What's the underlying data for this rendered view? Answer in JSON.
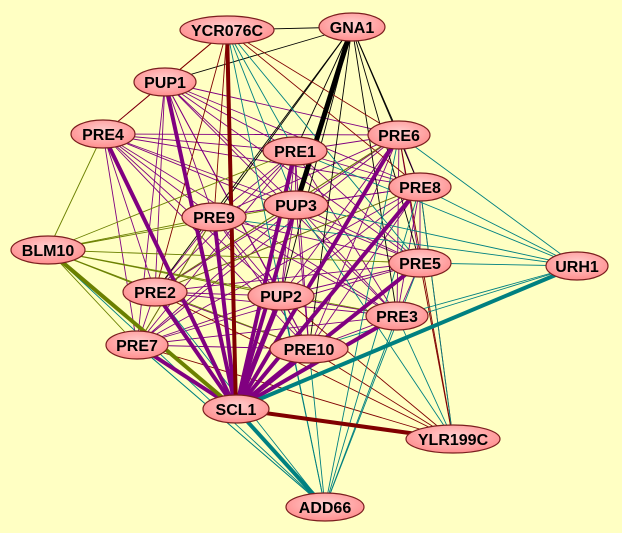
{
  "colors": {
    "background": "#FFFFC3",
    "purple": "#800080",
    "black": "#000000",
    "darkred": "#800000",
    "teal": "#008080",
    "olive": "#6B8000",
    "node_fill": "#FF9C9C",
    "node_border": "#7A1E1E"
  },
  "nodes": [
    "YCR076C",
    "GNA1",
    "PUP1",
    "PRE4",
    "PRE1",
    "PRE6",
    "PRE8",
    "PUP3",
    "PRE9",
    "BLM10",
    "URH1",
    "PRE5",
    "PRE2",
    "PUP2",
    "PRE3",
    "PRE7",
    "PRE10",
    "SCL1",
    "YLR199C",
    "ADD66"
  ],
  "cliques": [
    {
      "type": "purple",
      "weight": 1,
      "members": [
        "PUP1",
        "PRE4",
        "PRE1",
        "PRE6",
        "PRE8",
        "PUP3",
        "PRE9",
        "PRE2",
        "PUP2",
        "PRE3",
        "PRE7",
        "PRE10",
        "PRE5",
        "SCL1"
      ]
    }
  ],
  "edges": [
    [
      "SCL1",
      "PUP1",
      "purple",
      4
    ],
    [
      "SCL1",
      "PRE4",
      "purple",
      4
    ],
    [
      "SCL1",
      "PRE9",
      "purple",
      4
    ],
    [
      "SCL1",
      "PRE2",
      "purple",
      4
    ],
    [
      "SCL1",
      "PUP2",
      "purple",
      5
    ],
    [
      "SCL1",
      "PRE6",
      "purple",
      4
    ],
    [
      "SCL1",
      "PRE8",
      "purple",
      4
    ],
    [
      "SCL1",
      "PRE1",
      "purple",
      4
    ],
    [
      "SCL1",
      "PUP3",
      "purple",
      4
    ],
    [
      "SCL1",
      "PRE5",
      "purple",
      4
    ],
    [
      "SCL1",
      "PRE3",
      "purple",
      4
    ],
    [
      "SCL1",
      "PRE10",
      "purple",
      5
    ],
    [
      "SCL1",
      "PRE7",
      "purple",
      4
    ],
    [
      "GNA1",
      "PUP3",
      "black",
      5
    ],
    [
      "GNA1",
      "PRE1",
      "black",
      1
    ],
    [
      "GNA1",
      "PRE9",
      "black",
      1
    ],
    [
      "GNA1",
      "PRE6",
      "black",
      1
    ],
    [
      "GNA1",
      "PRE8",
      "black",
      1
    ],
    [
      "GNA1",
      "PRE5",
      "black",
      1
    ],
    [
      "GNA1",
      "PRE2",
      "black",
      1
    ],
    [
      "GNA1",
      "YCR076C",
      "black",
      1
    ],
    [
      "GNA1",
      "PUP1",
      "black",
      1
    ],
    [
      "GNA1",
      "PRE3",
      "black",
      1
    ],
    [
      "GNA1",
      "PRE10",
      "black",
      1
    ],
    [
      "GNA1",
      "PUP2",
      "black",
      1
    ],
    [
      "YCR076C",
      "SCL1",
      "darkred",
      4
    ],
    [
      "SCL1",
      "YLR199C",
      "darkred",
      4
    ],
    [
      "YCR076C",
      "PRE4",
      "darkred",
      1
    ],
    [
      "YCR076C",
      "PUP1",
      "darkred",
      1
    ],
    [
      "YCR076C",
      "PRE6",
      "darkred",
      1
    ],
    [
      "YCR076C",
      "PRE9",
      "darkred",
      1
    ],
    [
      "YCR076C",
      "PRE8",
      "darkred",
      1
    ],
    [
      "YCR076C",
      "PRE2",
      "darkred",
      1
    ],
    [
      "YLR199C",
      "PRE6",
      "darkred",
      1
    ],
    [
      "YLR199C",
      "PRE8",
      "darkred",
      1
    ],
    [
      "YLR199C",
      "PRE2",
      "darkred",
      1
    ],
    [
      "YLR199C",
      "PRE7",
      "darkred",
      1
    ],
    [
      "YLR199C",
      "PRE5",
      "darkred",
      1
    ],
    [
      "YLR199C",
      "PRE10",
      "darkred",
      1
    ],
    [
      "YLR199C",
      "PUP2",
      "darkred",
      1
    ],
    [
      "SCL1",
      "URH1",
      "teal",
      4
    ],
    [
      "SCL1",
      "ADD66",
      "teal",
      4
    ],
    [
      "URH1",
      "PRE6",
      "teal",
      1
    ],
    [
      "URH1",
      "PRE8",
      "teal",
      1
    ],
    [
      "URH1",
      "PRE5",
      "teal",
      1
    ],
    [
      "URH1",
      "PUP3",
      "teal",
      1
    ],
    [
      "URH1",
      "PRE1",
      "teal",
      1
    ],
    [
      "URH1",
      "PRE9",
      "teal",
      1
    ],
    [
      "URH1",
      "PRE3",
      "teal",
      1
    ],
    [
      "URH1",
      "PRE10",
      "teal",
      1
    ],
    [
      "ADD66",
      "PRE5",
      "teal",
      1
    ],
    [
      "ADD66",
      "PRE8",
      "teal",
      1
    ],
    [
      "ADD66",
      "PRE3",
      "teal",
      1
    ],
    [
      "ADD66",
      "PRE10",
      "teal",
      1
    ],
    [
      "ADD66",
      "PUP2",
      "teal",
      1
    ],
    [
      "ADD66",
      "PRE2",
      "teal",
      1
    ],
    [
      "ADD66",
      "PRE7",
      "teal",
      1
    ],
    [
      "ADD66",
      "YCR076C",
      "teal",
      1
    ],
    [
      "ADD66",
      "PRE6",
      "teal",
      1
    ],
    [
      "YLR199C",
      "PRE3",
      "teal",
      1
    ],
    [
      "YLR199C",
      "PRE8",
      "teal",
      1
    ],
    [
      "YLR199C",
      "PUP3",
      "teal",
      1
    ],
    [
      "YCR076C",
      "PRE1",
      "teal",
      1
    ],
    [
      "YCR076C",
      "PUP3",
      "teal",
      1
    ],
    [
      "YCR076C",
      "PRE5",
      "teal",
      1
    ],
    [
      "PRE7",
      "ADD66",
      "teal",
      1
    ],
    [
      "BLM10",
      "ADD66",
      "teal",
      1
    ],
    [
      "BLM10",
      "SCL1",
      "olive",
      4
    ],
    [
      "BLM10",
      "PRE4",
      "olive",
      1
    ],
    [
      "BLM10",
      "PRE9",
      "olive",
      1
    ],
    [
      "BLM10",
      "PUP3",
      "olive",
      1
    ],
    [
      "BLM10",
      "PRE2",
      "olive",
      1
    ],
    [
      "BLM10",
      "PRE7",
      "olive",
      1
    ],
    [
      "BLM10",
      "PUP2",
      "olive",
      1
    ],
    [
      "BLM10",
      "PRE1",
      "olive",
      1
    ],
    [
      "BLM10",
      "PRE5",
      "olive",
      1
    ],
    [
      "BLM10",
      "PRE3",
      "olive",
      1
    ],
    [
      "BLM10",
      "PRE10",
      "olive",
      1
    ],
    [
      "PRE7",
      "PRE9",
      "olive",
      1
    ],
    [
      "PRE2",
      "PRE6",
      "olive",
      1
    ],
    [
      "PRE2",
      "PRE8",
      "olive",
      1
    ]
  ]
}
